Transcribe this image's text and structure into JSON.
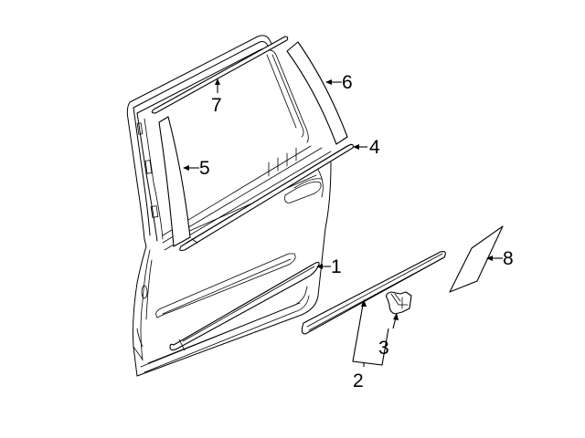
{
  "diagram": {
    "title": "Rear door exterior trim / moldings exploded parts diagram",
    "background_color": "#ffffff",
    "line_color": "#000000",
    "callouts": [
      {
        "id": "1",
        "label": "1",
        "part": "lower door body side molding"
      },
      {
        "id": "2",
        "label": "2",
        "part": "detached body side molding"
      },
      {
        "id": "3",
        "label": "3",
        "part": "molding retainer clip"
      },
      {
        "id": "4",
        "label": "4",
        "part": "belt weatherstrip / beltline molding"
      },
      {
        "id": "5",
        "label": "5",
        "part": "front window frame applique"
      },
      {
        "id": "6",
        "label": "6",
        "part": "rear window frame applique"
      },
      {
        "id": "7",
        "label": "7",
        "part": "upper frame molding"
      },
      {
        "id": "8",
        "label": "8",
        "part": "quarter window applique"
      }
    ]
  }
}
